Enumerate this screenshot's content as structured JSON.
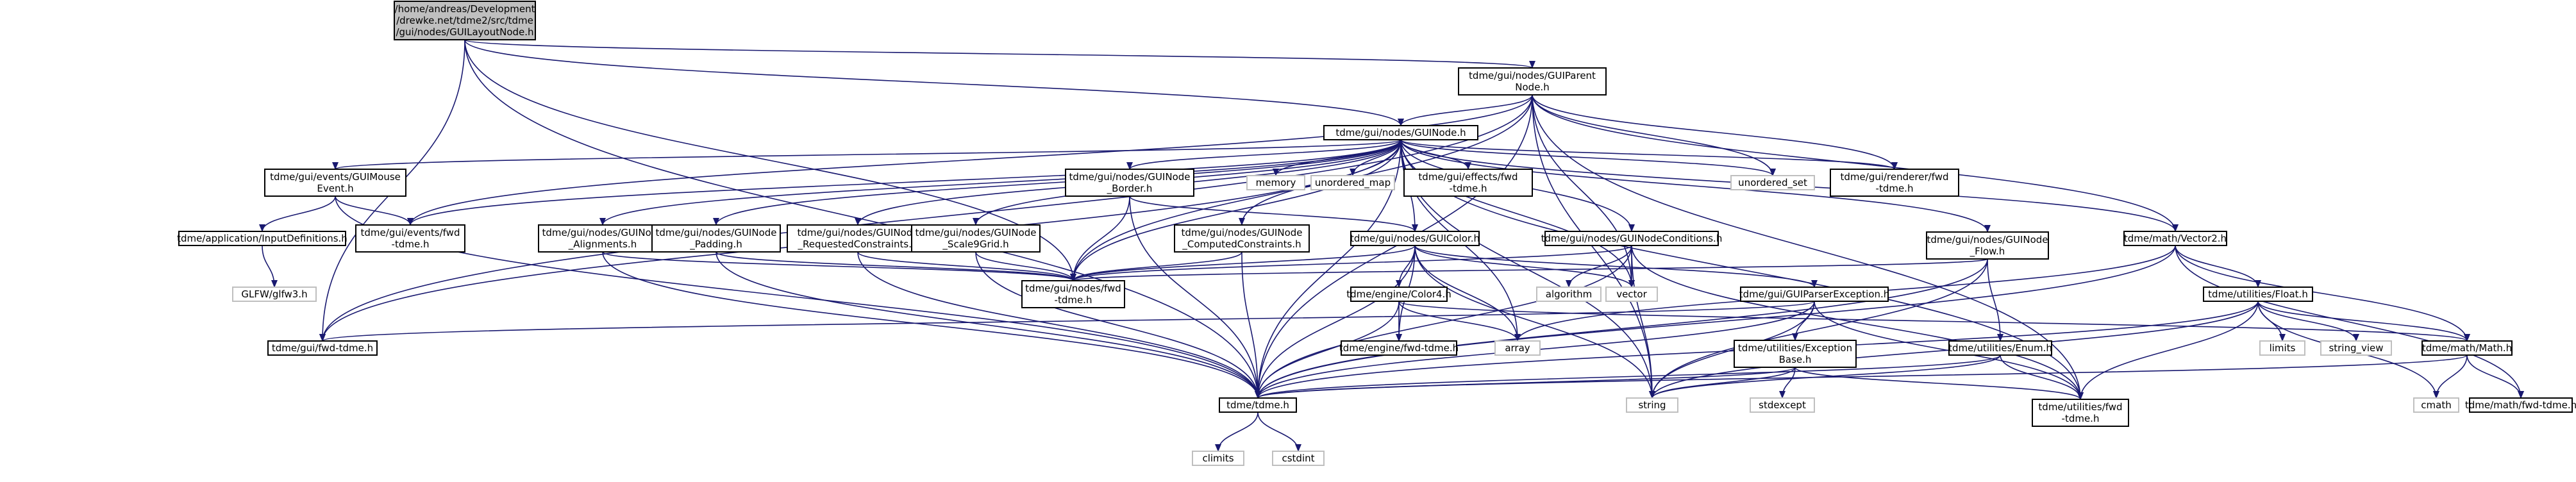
{
  "graph": {
    "nodes": [
      {
        "id": "root",
        "kind": "main",
        "lines": [
          "/home/andreas/Development",
          "/drewke.net/tdme2/src/tdme",
          "/gui/nodes/GUILayoutNode.h"
        ]
      },
      {
        "id": "parent",
        "kind": "internal",
        "lines": [
          "tdme/gui/nodes/GUIParent",
          "Node.h"
        ]
      },
      {
        "id": "guinode",
        "kind": "internal",
        "lines": [
          "tdme/gui/nodes/GUINode.h"
        ]
      },
      {
        "id": "mouseevent",
        "kind": "internal",
        "lines": [
          "tdme/gui/events/GUIMouse",
          "Event.h"
        ]
      },
      {
        "id": "border",
        "kind": "internal",
        "lines": [
          "tdme/gui/nodes/GUINode",
          "_Border.h"
        ]
      },
      {
        "id": "memory",
        "kind": "external",
        "lines": [
          "memory"
        ]
      },
      {
        "id": "unordered_map",
        "kind": "external",
        "lines": [
          "unordered_map"
        ]
      },
      {
        "id": "effectsfwd",
        "kind": "internal",
        "lines": [
          "tdme/gui/effects/fwd",
          "-tdme.h"
        ]
      },
      {
        "id": "unordered_set",
        "kind": "external",
        "lines": [
          "unordered_set"
        ]
      },
      {
        "id": "rendererfwd",
        "kind": "internal",
        "lines": [
          "tdme/gui/renderer/fwd",
          "-tdme.h"
        ]
      },
      {
        "id": "inputdef",
        "kind": "internal",
        "lines": [
          "tdme/application/InputDefinitions.h"
        ]
      },
      {
        "id": "eventsfwd",
        "kind": "internal",
        "lines": [
          "tdme/gui/events/fwd",
          "-tdme.h"
        ]
      },
      {
        "id": "alignments",
        "kind": "internal",
        "lines": [
          "tdme/gui/nodes/GUINode",
          "_Alignments.h"
        ]
      },
      {
        "id": "padding",
        "kind": "internal",
        "lines": [
          "tdme/gui/nodes/GUINode",
          "_Padding.h"
        ]
      },
      {
        "id": "reqconstraints",
        "kind": "internal",
        "lines": [
          "tdme/gui/nodes/GUINode",
          "_RequestedConstraints.h"
        ]
      },
      {
        "id": "scale9",
        "kind": "internal",
        "lines": [
          "tdme/gui/nodes/GUINode",
          "_Scale9Grid.h"
        ]
      },
      {
        "id": "compconstraints",
        "kind": "internal",
        "lines": [
          "tdme/gui/nodes/GUINode",
          "_ComputedConstraints.h"
        ]
      },
      {
        "id": "guicolor",
        "kind": "internal",
        "lines": [
          "tdme/gui/nodes/GUIColor.h"
        ]
      },
      {
        "id": "conditions",
        "kind": "internal",
        "lines": [
          "tdme/gui/nodes/GUINodeConditions.h"
        ]
      },
      {
        "id": "flow",
        "kind": "internal",
        "lines": [
          "tdme/gui/nodes/GUINode",
          "_Flow.h"
        ]
      },
      {
        "id": "vector2",
        "kind": "internal",
        "lines": [
          "tdme/math/Vector2.h"
        ]
      },
      {
        "id": "glfw",
        "kind": "external",
        "lines": [
          "GLFW/glfw3.h"
        ]
      },
      {
        "id": "nodesfwd",
        "kind": "internal",
        "lines": [
          "tdme/gui/nodes/fwd",
          "-tdme.h"
        ]
      },
      {
        "id": "algorithm",
        "kind": "external",
        "lines": [
          "algorithm"
        ]
      },
      {
        "id": "vector",
        "kind": "external",
        "lines": [
          "vector"
        ]
      },
      {
        "id": "parserexc",
        "kind": "internal",
        "lines": [
          "tdme/gui/GUIParserException.h"
        ]
      },
      {
        "id": "float",
        "kind": "internal",
        "lines": [
          "tdme/utilities/Float.h"
        ]
      },
      {
        "id": "color4",
        "kind": "internal",
        "lines": [
          "tdme/engine/Color4.h"
        ]
      },
      {
        "id": "guifwd",
        "kind": "internal",
        "lines": [
          "tdme/gui/fwd-tdme.h"
        ]
      },
      {
        "id": "enginefwd",
        "kind": "internal",
        "lines": [
          "tdme/engine/fwd-tdme.h"
        ]
      },
      {
        "id": "array",
        "kind": "external",
        "lines": [
          "array"
        ]
      },
      {
        "id": "excbase",
        "kind": "internal",
        "lines": [
          "tdme/utilities/Exception",
          "Base.h"
        ]
      },
      {
        "id": "enum",
        "kind": "internal",
        "lines": [
          "tdme/utilities/Enum.h"
        ]
      },
      {
        "id": "limits",
        "kind": "external",
        "lines": [
          "limits"
        ]
      },
      {
        "id": "string_view",
        "kind": "external",
        "lines": [
          "string_view"
        ]
      },
      {
        "id": "mathh",
        "kind": "internal",
        "lines": [
          "tdme/math/Math.h"
        ]
      },
      {
        "id": "tdmeh",
        "kind": "internal",
        "lines": [
          "tdme/tdme.h"
        ]
      },
      {
        "id": "stdexcept",
        "kind": "external",
        "lines": [
          "stdexcept"
        ]
      },
      {
        "id": "string",
        "kind": "external",
        "lines": [
          "string"
        ]
      },
      {
        "id": "utilfwd",
        "kind": "internal",
        "lines": [
          "tdme/utilities/fwd",
          "-tdme.h"
        ]
      },
      {
        "id": "cmath",
        "kind": "external",
        "lines": [
          "cmath"
        ]
      },
      {
        "id": "mathfwd",
        "kind": "internal",
        "lines": [
          "tdme/math/fwd-tdme.h"
        ]
      },
      {
        "id": "climits",
        "kind": "external",
        "lines": [
          "climits"
        ]
      },
      {
        "id": "cstdint",
        "kind": "external",
        "lines": [
          "cstdint"
        ]
      }
    ],
    "edges": [
      [
        "root",
        "parent"
      ],
      [
        "root",
        "guinode"
      ],
      [
        "root",
        "nodesfwd"
      ],
      [
        "root",
        "guifwd"
      ],
      [
        "root",
        "tdmeh"
      ],
      [
        "parent",
        "guinode"
      ],
      [
        "parent",
        "unordered_set"
      ],
      [
        "parent",
        "rendererfwd"
      ],
      [
        "parent",
        "eventsfwd"
      ],
      [
        "parent",
        "nodesfwd"
      ],
      [
        "parent",
        "guifwd"
      ],
      [
        "parent",
        "tdmeh"
      ],
      [
        "parent",
        "vector"
      ],
      [
        "parent",
        "string"
      ],
      [
        "parent",
        "utilfwd"
      ],
      [
        "parent",
        "vector2"
      ],
      [
        "guinode",
        "mouseevent"
      ],
      [
        "guinode",
        "border"
      ],
      [
        "guinode",
        "memory"
      ],
      [
        "guinode",
        "unordered_map"
      ],
      [
        "guinode",
        "effectsfwd"
      ],
      [
        "guinode",
        "unordered_set"
      ],
      [
        "guinode",
        "rendererfwd"
      ],
      [
        "guinode",
        "eventsfwd"
      ],
      [
        "guinode",
        "alignments"
      ],
      [
        "guinode",
        "padding"
      ],
      [
        "guinode",
        "reqconstraints"
      ],
      [
        "guinode",
        "scale9"
      ],
      [
        "guinode",
        "compconstraints"
      ],
      [
        "guinode",
        "guicolor"
      ],
      [
        "guinode",
        "conditions"
      ],
      [
        "guinode",
        "flow"
      ],
      [
        "guinode",
        "vector2"
      ],
      [
        "guinode",
        "nodesfwd"
      ],
      [
        "guinode",
        "vector"
      ],
      [
        "guinode",
        "array"
      ],
      [
        "guinode",
        "string"
      ],
      [
        "guinode",
        "guifwd"
      ],
      [
        "guinode",
        "tdmeh"
      ],
      [
        "guinode",
        "utilfwd"
      ],
      [
        "mouseevent",
        "inputdef"
      ],
      [
        "mouseevent",
        "eventsfwd"
      ],
      [
        "mouseevent",
        "tdmeh"
      ],
      [
        "inputdef",
        "glfw"
      ],
      [
        "border",
        "nodesfwd"
      ],
      [
        "border",
        "guicolor"
      ],
      [
        "border",
        "tdmeh"
      ],
      [
        "alignments",
        "nodesfwd"
      ],
      [
        "alignments",
        "tdmeh"
      ],
      [
        "padding",
        "nodesfwd"
      ],
      [
        "padding",
        "tdmeh"
      ],
      [
        "reqconstraints",
        "nodesfwd"
      ],
      [
        "reqconstraints",
        "tdmeh"
      ],
      [
        "scale9",
        "nodesfwd"
      ],
      [
        "scale9",
        "tdmeh"
      ],
      [
        "compconstraints",
        "nodesfwd"
      ],
      [
        "compconstraints",
        "tdmeh"
      ],
      [
        "guicolor",
        "nodesfwd"
      ],
      [
        "guicolor",
        "color4"
      ],
      [
        "guicolor",
        "array"
      ],
      [
        "guicolor",
        "string"
      ],
      [
        "guicolor",
        "vector"
      ],
      [
        "guicolor",
        "parserexc"
      ],
      [
        "guicolor",
        "tdmeh"
      ],
      [
        "guicolor",
        "enginefwd"
      ],
      [
        "color4",
        "enginefwd"
      ],
      [
        "color4",
        "array"
      ],
      [
        "color4",
        "mathh"
      ],
      [
        "color4",
        "tdmeh"
      ],
      [
        "conditions",
        "algorithm"
      ],
      [
        "conditions",
        "vector"
      ],
      [
        "conditions",
        "string"
      ],
      [
        "conditions",
        "nodesfwd"
      ],
      [
        "conditions",
        "tdmeh"
      ],
      [
        "conditions",
        "utilfwd"
      ],
      [
        "flow",
        "enum"
      ],
      [
        "flow",
        "string"
      ],
      [
        "flow",
        "nodesfwd"
      ],
      [
        "flow",
        "tdmeh"
      ],
      [
        "vector2",
        "float"
      ],
      [
        "vector2",
        "mathh"
      ],
      [
        "vector2",
        "array"
      ],
      [
        "vector2",
        "mathfwd"
      ],
      [
        "vector2",
        "tdmeh"
      ],
      [
        "float",
        "limits"
      ],
      [
        "float",
        "string_view"
      ],
      [
        "float",
        "string"
      ],
      [
        "float",
        "cmath"
      ],
      [
        "float",
        "mathh"
      ],
      [
        "float",
        "tdmeh"
      ],
      [
        "float",
        "utilfwd"
      ],
      [
        "parserexc",
        "excbase"
      ],
      [
        "parserexc",
        "string"
      ],
      [
        "parserexc",
        "guifwd"
      ],
      [
        "parserexc",
        "tdmeh"
      ],
      [
        "parserexc",
        "utilfwd"
      ],
      [
        "excbase",
        "stdexcept"
      ],
      [
        "excbase",
        "string"
      ],
      [
        "excbase",
        "tdmeh"
      ],
      [
        "excbase",
        "utilfwd"
      ],
      [
        "enum",
        "string"
      ],
      [
        "enum",
        "tdmeh"
      ],
      [
        "enum",
        "utilfwd"
      ],
      [
        "mathh",
        "cmath"
      ],
      [
        "mathh",
        "mathfwd"
      ],
      [
        "mathh",
        "tdmeh"
      ],
      [
        "tdmeh",
        "climits"
      ],
      [
        "tdmeh",
        "cstdint"
      ]
    ]
  }
}
